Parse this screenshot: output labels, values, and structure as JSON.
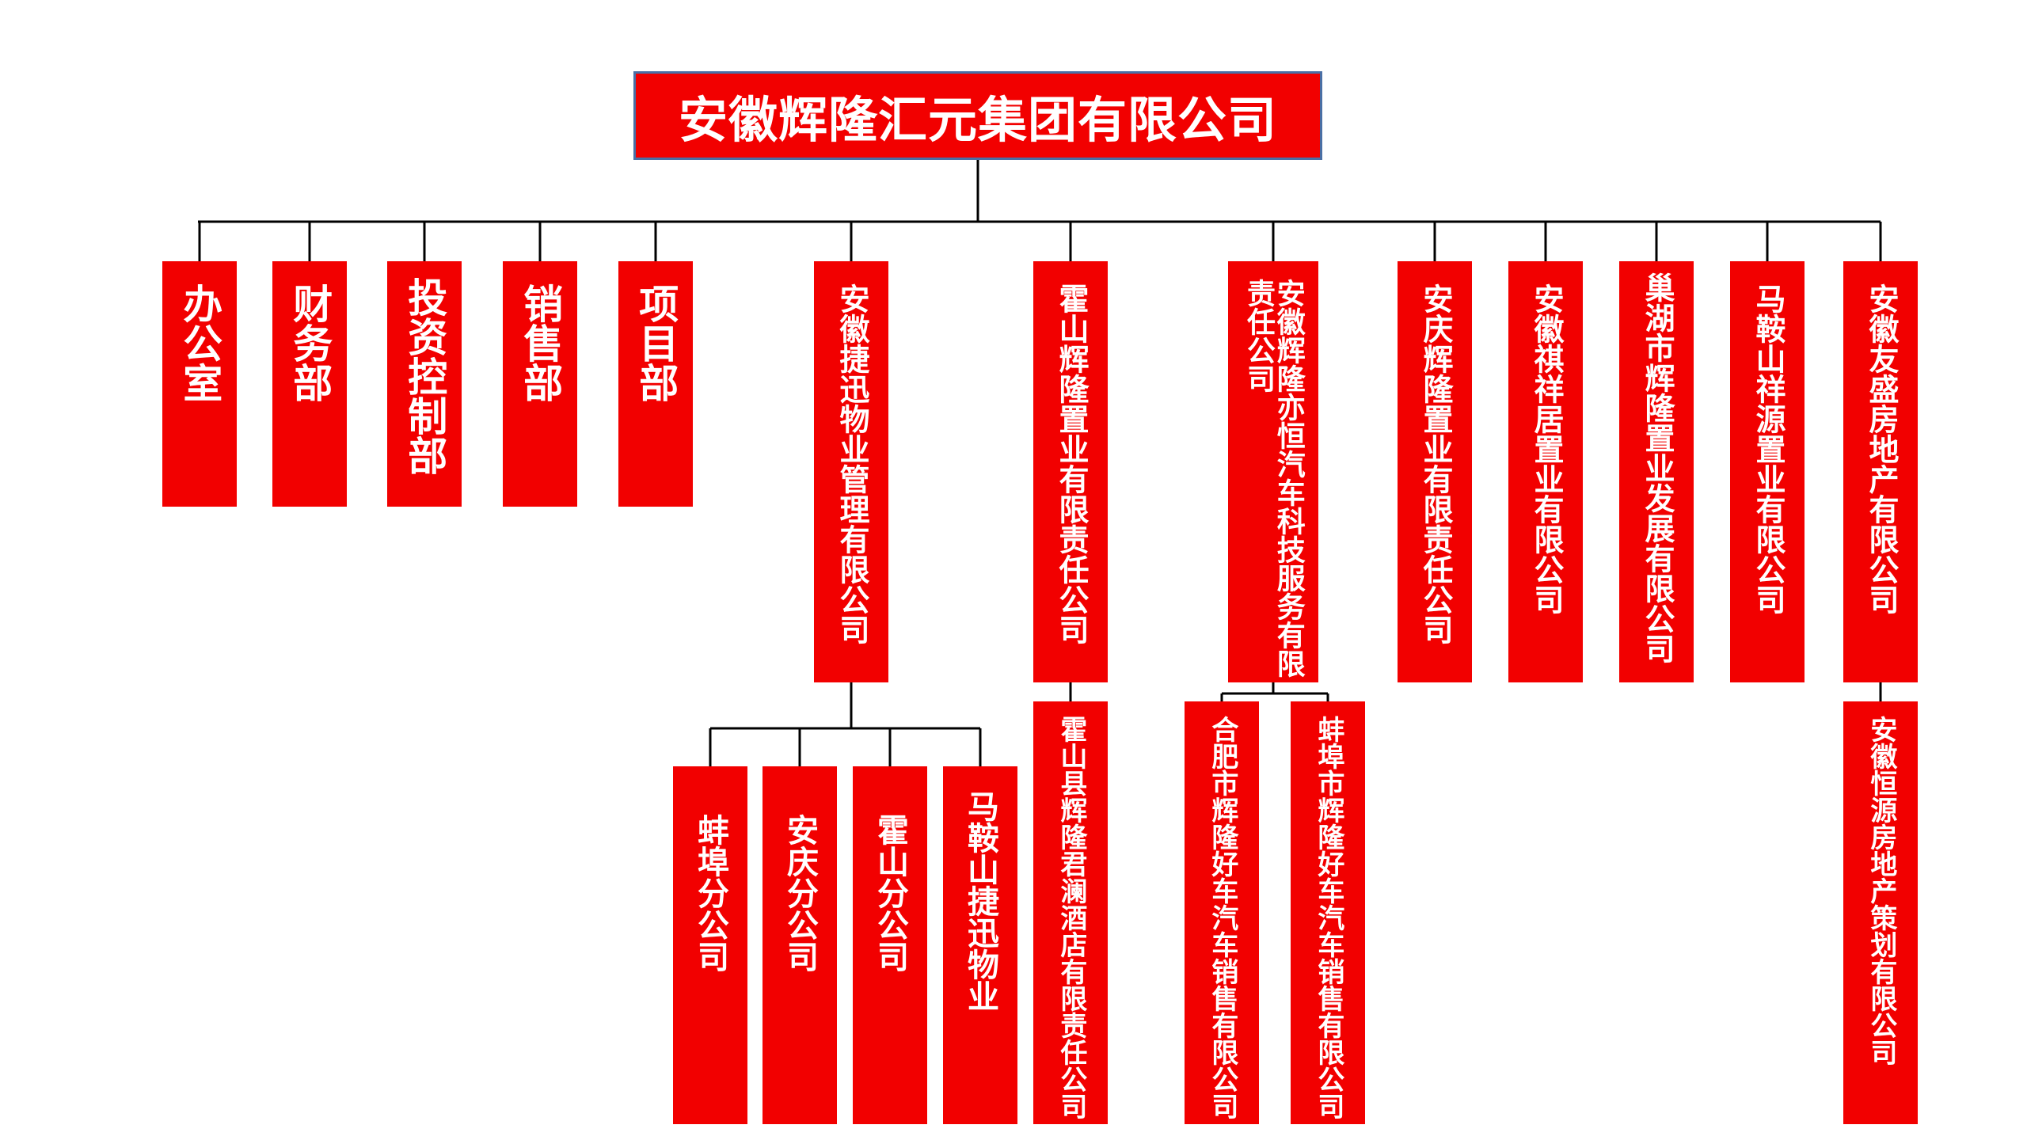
{
  "colors": {
    "box": "#f20000",
    "line": "#000000",
    "root_border": "#4a6fa5",
    "text": "#ffffff"
  },
  "root": {
    "label": "安徽辉隆汇元集团有限公司"
  },
  "departments": [
    {
      "label": "办公室"
    },
    {
      "label": "财务部"
    },
    {
      "label": "投资控制部"
    },
    {
      "label": "销售部"
    },
    {
      "label": "项目部"
    }
  ],
  "companies": [
    {
      "label": "安徽捷迅物业管理有限公司",
      "children": [
        {
          "label": "蚌埠分公司"
        },
        {
          "label": "安庆分公司"
        },
        {
          "label": "霍山分公司"
        },
        {
          "label": "马鞍山捷迅物业"
        }
      ]
    },
    {
      "label": "霍山辉隆置业有限责任公司",
      "children": [
        {
          "label": "霍山县辉隆君澜酒店有限责任公司"
        }
      ]
    },
    {
      "label": "安徽辉隆亦恒汽车科技服务有限责任公司",
      "children": [
        {
          "label": "合肥市辉隆好车汽车销售有限公司"
        },
        {
          "label": "蚌埠市辉隆好车汽车销售有限公司"
        }
      ]
    },
    {
      "label": "安庆辉隆置业有限责任公司"
    },
    {
      "label": "安徽祺祥居置业有限公司"
    },
    {
      "label": "巢湖市辉隆置业发展有限公司"
    },
    {
      "label": "马鞍山祥源置业有限公司"
    },
    {
      "label": "安徽友盛房地产有限公司",
      "children": [
        {
          "label": "安徽恒源房地产策划有限公司"
        }
      ]
    }
  ]
}
